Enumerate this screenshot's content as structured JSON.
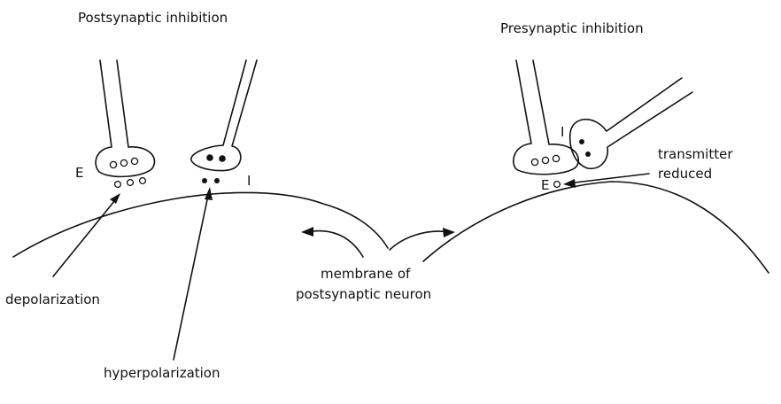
{
  "left_panel": {
    "title": "Postsynaptic inhibition",
    "excitatory_label": "E",
    "inhibitory_label": "I",
    "depolarization_label": "depolarization",
    "hyperpolarization_label": "hyperpolarization"
  },
  "center": {
    "membrane_label_line1": "membrane of",
    "membrane_label_line2": "postsynaptic neuron"
  },
  "right_panel": {
    "title": "Presynaptic inhibition",
    "inhibitory_label": "I",
    "excitatory_label": "E",
    "transmitter_label_line1": "transmitter",
    "transmitter_label_line2": "reduced"
  }
}
